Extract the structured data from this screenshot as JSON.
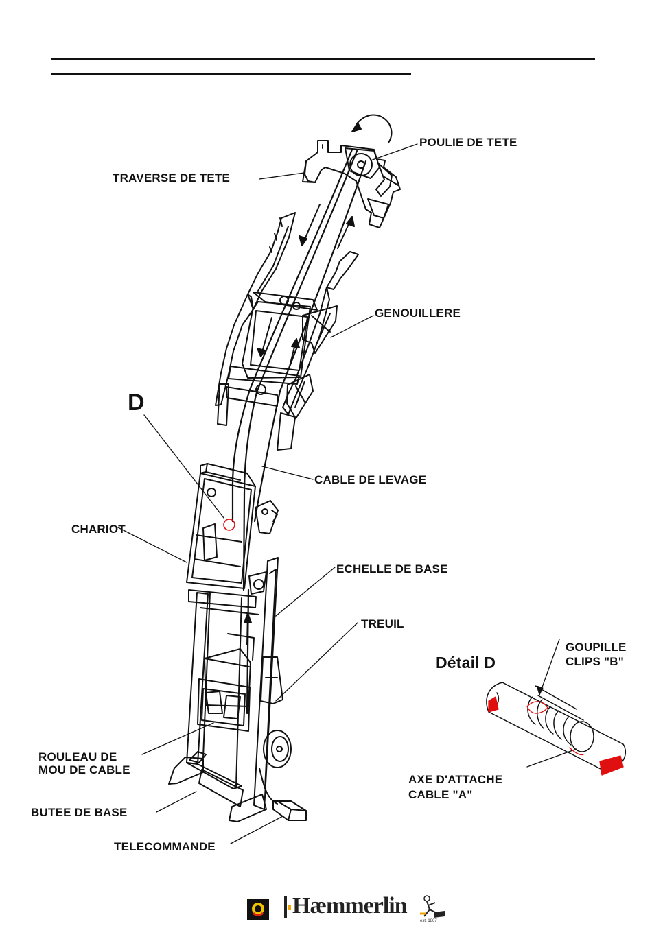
{
  "labels": {
    "poulie_de_tete": "POULIE DE TETE",
    "traverse_de_tete": "TRAVERSE DE TETE",
    "genouillere": "GENOUILLERE",
    "detail_marker": "D",
    "cable_de_levage": "CABLE DE LEVAGE",
    "chariot": "CHARIOT",
    "echelle_de_base": "ECHELLE DE BASE",
    "treuil": "TREUIL",
    "goupille_line1": "GOUPILLE",
    "goupille_line2": "CLIPS \"B\"",
    "detail_title": "Détail D",
    "rouleau_line1": "ROULEAU DE",
    "rouleau_line2": "MOU DE CABLE",
    "axe_line1": "AXE D'ATTACHE",
    "axe_line2": "CABLE \"A\"",
    "butee_de_base": "BUTEE DE BASE",
    "telecommande": "TELECOMMANDE"
  },
  "footer": {
    "brand_name": "Hæmmerlin",
    "established": "est. 1867",
    "logo_icon": "company-badge-icon",
    "mascot_icon": "worker-mascot-icon"
  },
  "colors": {
    "line": "#111111",
    "detail_highlight": "#e01010"
  }
}
